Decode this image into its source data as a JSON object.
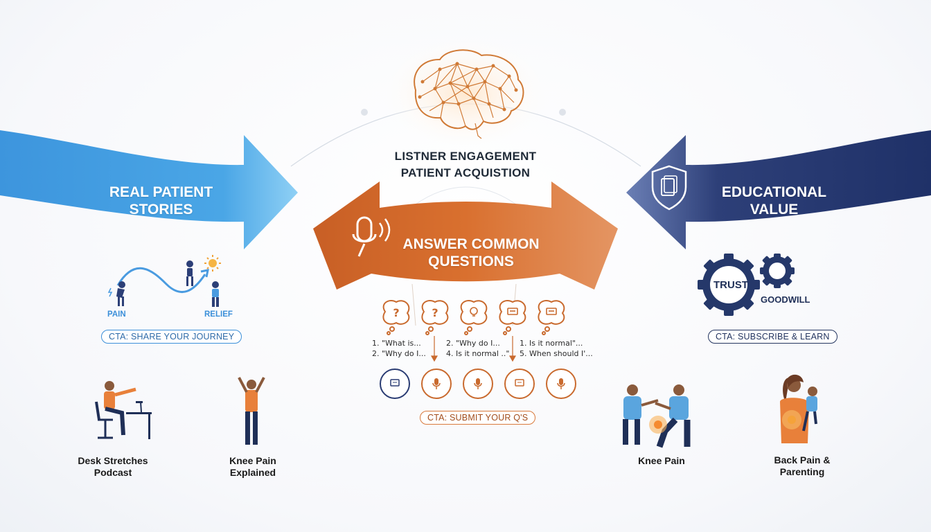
{
  "center": {
    "title_line1": "LISTNER ENGAGEMENT",
    "title_line2": "PATIENT ACQUISTION"
  },
  "left_banner": {
    "line1": "REAL PATIENT",
    "line2": "STORIES"
  },
  "center_banner": {
    "line1": "ANSWER COMMON",
    "line2": "QUESTIONS"
  },
  "right_banner": {
    "line1": "EDUCATIONAL",
    "line2": "VALUE"
  },
  "journey": {
    "start_label": "PAIN",
    "end_label": "RELIEF"
  },
  "ctas": {
    "left": "CTA: SHARE YOUR JOURNEY",
    "center": "CTA: SUBMIT YOUR Q'S",
    "right": "CTA: SUBSCRIBE & LEARN"
  },
  "gears": {
    "big": "TRUST",
    "small": "GOODWILL"
  },
  "questions": {
    "col1_line1": "1. \"What is...",
    "col1_line2": "2. \"Why do I...",
    "col2_line1": "2. \"Why do I...",
    "col2_line2": "4. Is it normal ..\"",
    "col3_line1": "1. Is it normal\"...",
    "col3_line2": "5. When should I'..."
  },
  "episodes": {
    "desk": {
      "line1": "Desk Stretches",
      "line2": "Podcast"
    },
    "knee_explained": {
      "line1": "Knee Pain",
      "line2": "Explained"
    },
    "knee": {
      "line1": "Knee Pain"
    },
    "back": {
      "line1": "Back Pain &",
      "line2": "Parenting"
    }
  },
  "colors": {
    "blue": "#3f9be0",
    "orange": "#d0682c",
    "navy": "#2a3c73",
    "brain": "#d4843f"
  }
}
